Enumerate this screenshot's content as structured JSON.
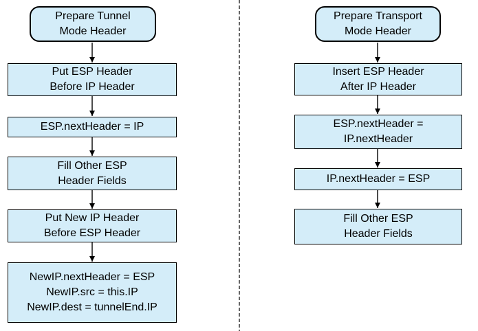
{
  "flowchart": {
    "colors": {
      "background": "#ffffff",
      "box_fill": "#d4edf9",
      "box_border": "#000000",
      "arrow": "#000000",
      "divider": "#666666"
    },
    "tunnel_flow": {
      "title": "Prepare Tunnel\nMode Header",
      "steps": [
        "Put ESP Header\nBefore IP Header",
        "ESP.nextHeader = IP",
        "Fill Other ESP\nHeader Fields",
        "Put New IP Header\nBefore ESP Header",
        "NewIP.nextHeader = ESP\nNewIP.src = this.IP\nNewIP.dest = tunnelEnd.IP"
      ]
    },
    "transport_flow": {
      "title": "Prepare Transport\nMode Header",
      "steps": [
        "Insert ESP Header\nAfter IP Header",
        "ESP.nextHeader =\nIP.nextHeader",
        "IP.nextHeader = ESP",
        "Fill Other ESP\nHeader Fields"
      ]
    }
  }
}
